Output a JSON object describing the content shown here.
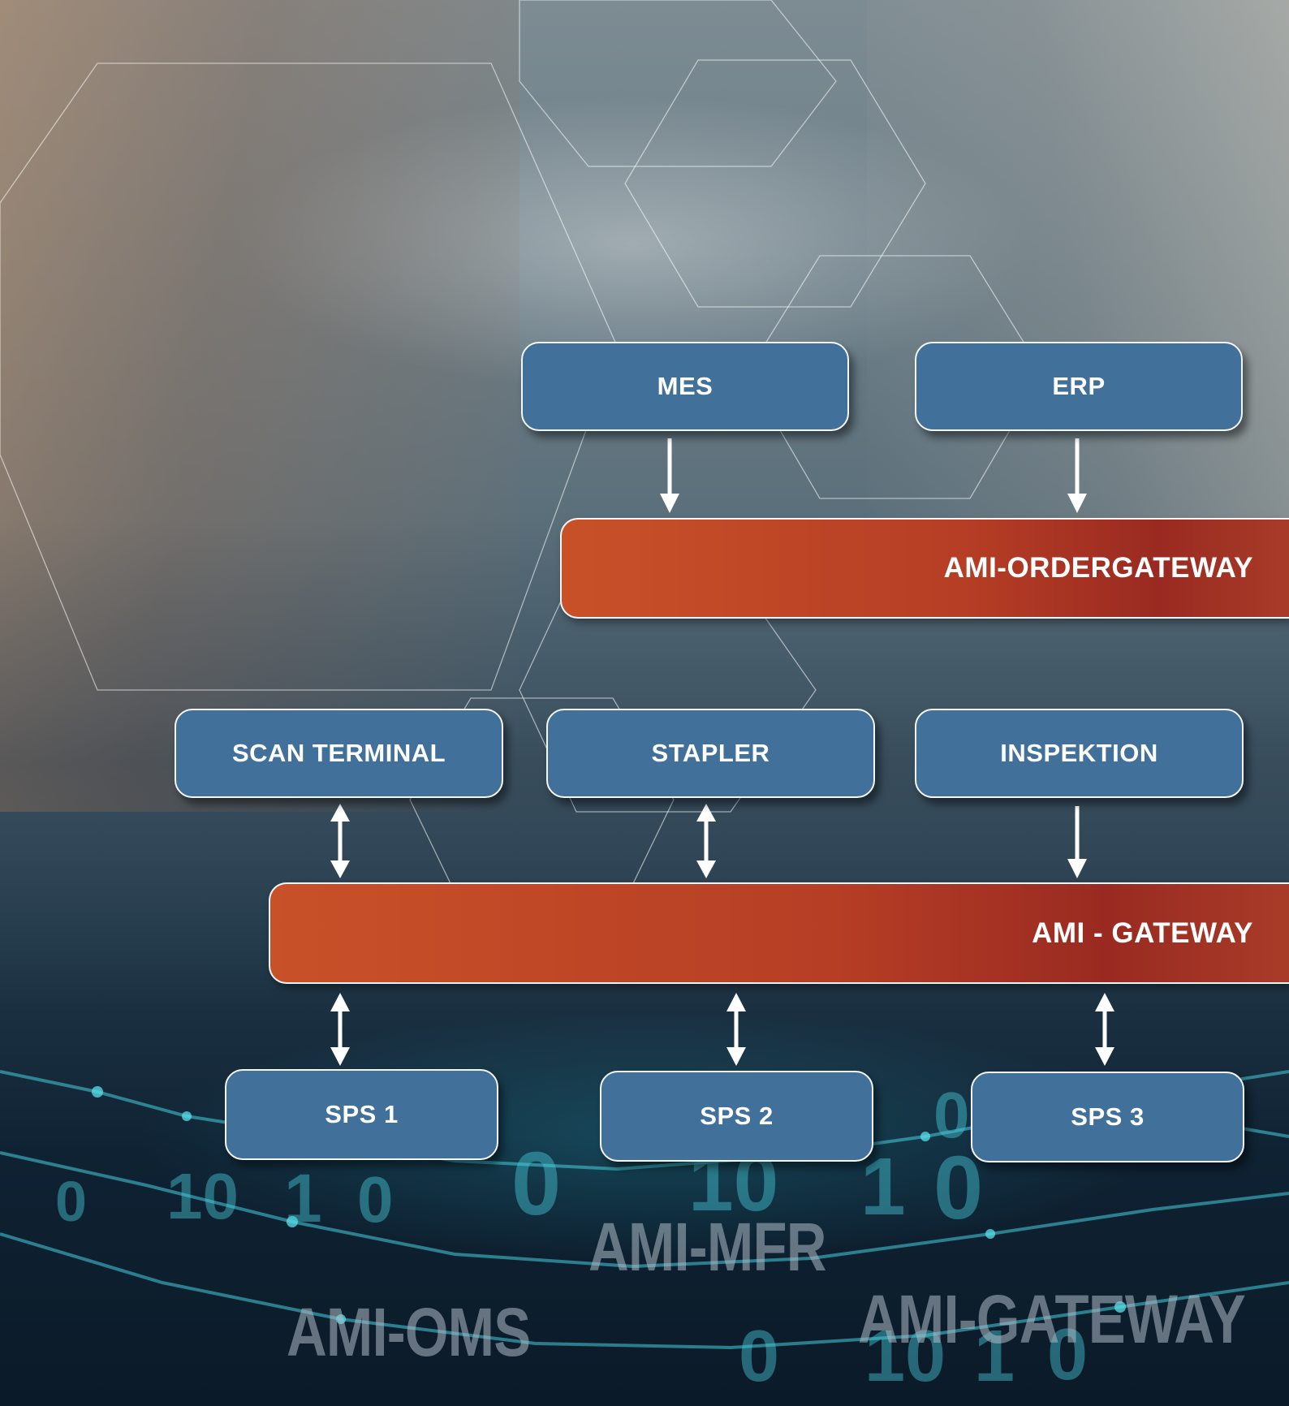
{
  "top_row": [
    {
      "label": "MES"
    },
    {
      "label": "ERP"
    }
  ],
  "order_gateway": {
    "label": "AMI-ORDERGATEWAY"
  },
  "device_row": [
    {
      "label": "SCAN TERMINAL"
    },
    {
      "label": "STAPLER"
    },
    {
      "label": "INSPEKTION"
    }
  ],
  "gateway": {
    "label": "AMI - GATEWAY"
  },
  "plc_row": [
    {
      "label": "SPS 1"
    },
    {
      "label": "SPS 2"
    },
    {
      "label": "SPS 3"
    }
  ],
  "connections": [
    {
      "from": "MES",
      "to": "AMI-ORDERGATEWAY",
      "direction": "down"
    },
    {
      "from": "ERP",
      "to": "AMI-ORDERGATEWAY",
      "direction": "down"
    },
    {
      "from": "SCAN TERMINAL",
      "to": "AMI - GATEWAY",
      "direction": "both"
    },
    {
      "from": "STAPLER",
      "to": "AMI - GATEWAY",
      "direction": "both"
    },
    {
      "from": "INSPEKTION",
      "to": "AMI - GATEWAY",
      "direction": "down"
    },
    {
      "from": "AMI - GATEWAY",
      "to": "SPS 1",
      "direction": "both"
    },
    {
      "from": "AMI - GATEWAY",
      "to": "SPS 2",
      "direction": "both"
    },
    {
      "from": "AMI - GATEWAY",
      "to": "SPS 3",
      "direction": "both"
    }
  ],
  "watermarks": {
    "mfr": "AMI-MFR",
    "oms": "AMI-OMS",
    "gateway": "AMI-GATEWAY"
  },
  "background_digits": [
    "0",
    "10",
    "1",
    "0",
    "0",
    "10",
    "1",
    "0",
    "0",
    "0",
    "10",
    "1",
    "0"
  ],
  "colors": {
    "box_fill": "#41709a",
    "bar_start": "#c95128",
    "bar_end": "#9a2a21",
    "border": "#f4f6f8"
  }
}
